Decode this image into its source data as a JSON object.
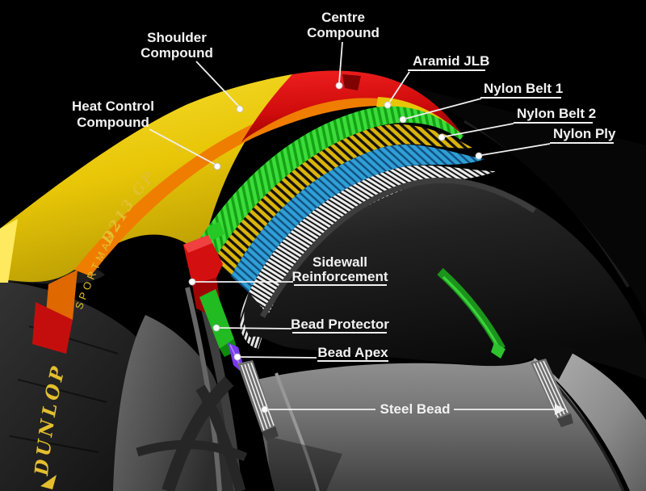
{
  "labels": {
    "shoulder_compound": {
      "line1": "Shoulder",
      "line2": "Compound"
    },
    "centre_compound": {
      "line1": "Centre",
      "line2": "Compound"
    },
    "heat_control": {
      "line1": "Heat Control",
      "line2": "Compound"
    },
    "aramid_jlb": "Aramid JLB",
    "nylon_belt_1": "Nylon Belt 1",
    "nylon_belt_2": "Nylon Belt 2",
    "nylon_ply": "Nylon Ply",
    "sidewall_reinforcement": {
      "line1": "Sidewall",
      "line2": "Reinforcement"
    },
    "bead_protector": "Bead Protector",
    "bead_apex": "Bead Apex",
    "steel_bead": "Steel Bead"
  },
  "tire_markings": {
    "brand": "DUNLOP",
    "model": "SPORTMAX",
    "size": "D213 GP",
    "extra": "P"
  },
  "colors": {
    "centre_red": "#d40f0f",
    "shoulder_yellow": "#e8c607",
    "heat_orange": "#ef7d00",
    "aramid_green": "#14a314",
    "belt1_yellow": "#d9b50a",
    "belt2_blue": "#2f9fd6",
    "ply_white": "#ececec",
    "apex_purple": "#7a3af0",
    "protector_green": "#22bb22",
    "bead_silver": "#c9c9c9",
    "label_white": "#f2f2f2",
    "brand_yellow": "#e3bf2e"
  }
}
